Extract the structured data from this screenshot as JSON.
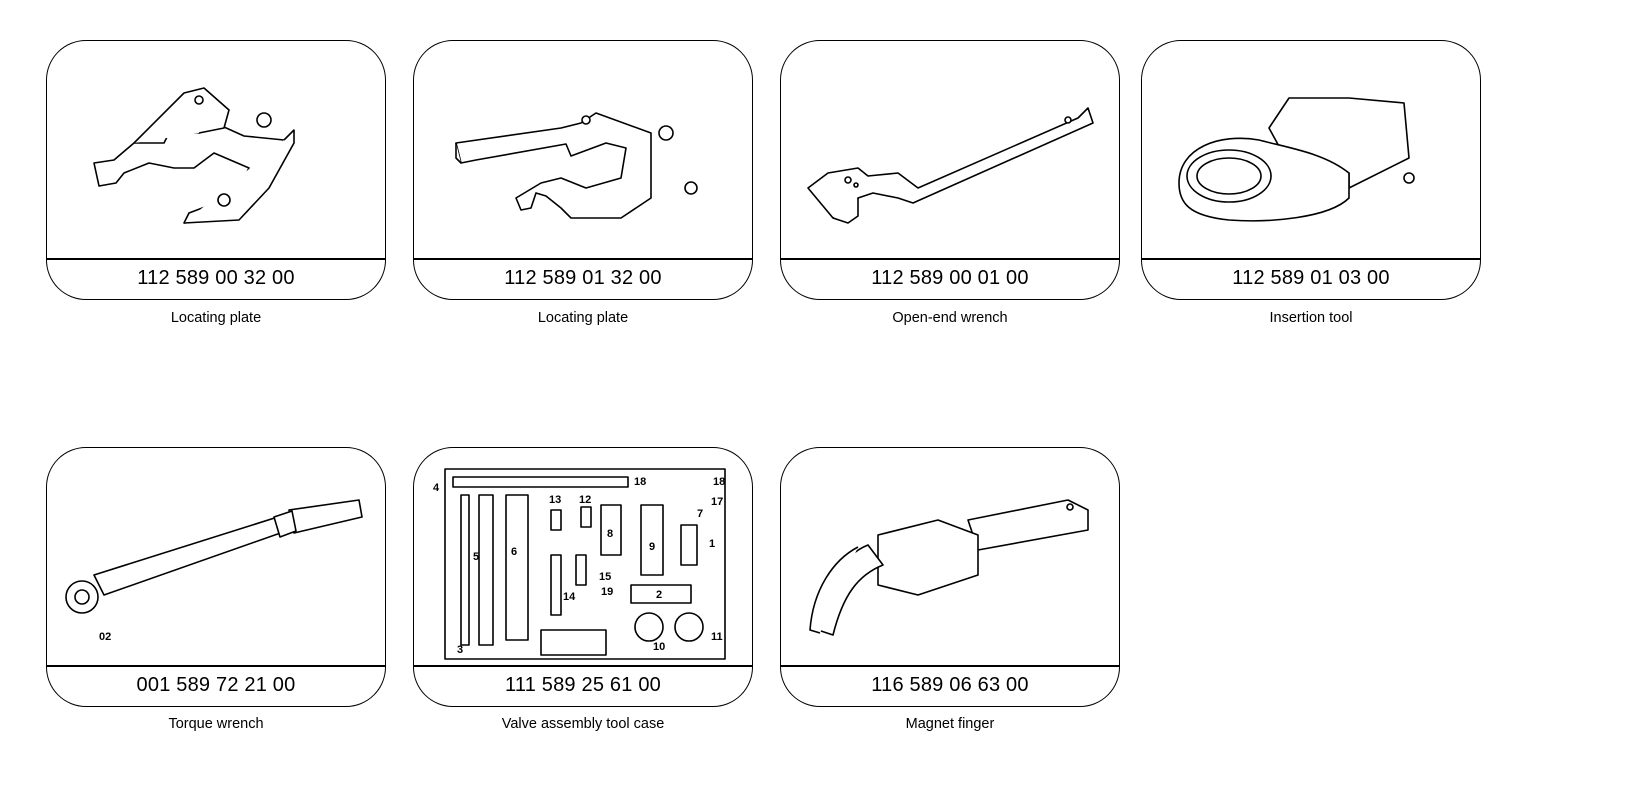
{
  "tools": [
    {
      "part_number": "112 589 00 32 00",
      "caption": "Locating plate",
      "icon": "locating-plate-icon"
    },
    {
      "part_number": "112 589 01 32 00",
      "caption": "Locating plate",
      "icon": "locating-plate-icon"
    },
    {
      "part_number": "112 589 00 01 00",
      "caption": "Open-end wrench",
      "icon": "open-end-wrench-icon"
    },
    {
      "part_number": "112 589 01 03 00",
      "caption": "Insertion tool",
      "icon": "insertion-tool-icon"
    },
    {
      "part_number": "001 589 72 21 00",
      "caption": "Torque wrench",
      "icon": "torque-wrench-icon",
      "callouts": [
        "02"
      ]
    },
    {
      "part_number": "111 589 25 61 00",
      "caption": "Valve assembly tool case",
      "icon": "valve-tool-case-icon",
      "callouts": [
        "4",
        "3",
        "5",
        "6",
        "13",
        "12",
        "8",
        "9",
        "14",
        "15",
        "19",
        "2",
        "10",
        "11",
        "1",
        "7",
        "17",
        "18",
        "18"
      ]
    },
    {
      "part_number": "116 589 06 63 00",
      "caption": "Magnet finger",
      "icon": "magnet-finger-icon"
    }
  ]
}
